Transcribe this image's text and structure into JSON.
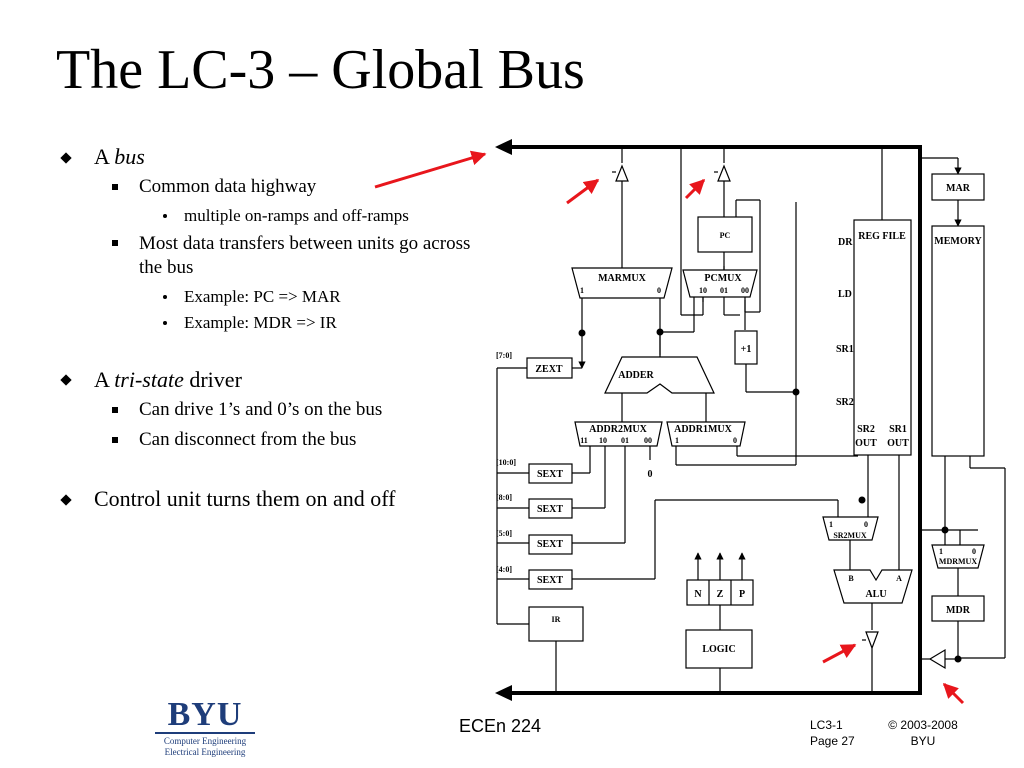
{
  "slide": {
    "title": "The LC-3 – Global Bus"
  },
  "bullets": {
    "bus_prefix": "A ",
    "bus_term": "bus",
    "common_highway": "Common data highway",
    "onramps": "multiple on-ramps and off-ramps",
    "most_transfers": "Most data transfers between units go across the bus",
    "example_pc_mar": "Example: PC => MAR",
    "example_mdr_ir": "Example: MDR => IR",
    "tristate_prefix": "A ",
    "tristate_term": "tri-state",
    "tristate_suffix": " driver",
    "drive_bus": "Can drive 1’s and 0’s on the bus",
    "disconnect": "Can disconnect from the bus",
    "control_unit": "Control unit turns them on and off"
  },
  "diagram": {
    "pc": "PC",
    "pcmux": "PCMUX",
    "pcmux_inputs": [
      "10",
      "01",
      "00"
    ],
    "marmux": "MARMUX",
    "marmux_inputs": [
      "1",
      "0"
    ],
    "plus_one": "+1",
    "zext": "ZEXT",
    "zext_range": "[7:0]",
    "adder": "ADDER",
    "addr2mux": "ADDR2MUX",
    "addr2mux_inputs": [
      "11",
      "10",
      "01",
      "00"
    ],
    "addr2mux_zero": "0",
    "addr1mux": "ADDR1MUX",
    "addr1mux_inputs": [
      "1",
      "0"
    ],
    "sext_labels": [
      "SEXT",
      "SEXT",
      "SEXT",
      "SEXT"
    ],
    "sext_ranges": [
      "[10:0]",
      "[8:0]",
      "[5:0]",
      "[4:0]"
    ],
    "ir": "IR",
    "reg_file": "REG FILE",
    "reg_ports": [
      "DR",
      "LD",
      "SR1",
      "SR2"
    ],
    "sr2_out": "SR2",
    "sr1_out": "SR1",
    "out": "OUT",
    "sr2mux": "SR2MUX",
    "sr2mux_inputs": [
      "1",
      "0"
    ],
    "alu": "ALU",
    "alu_b": "B",
    "alu_a": "A",
    "nzp": [
      "N",
      "Z",
      "P"
    ],
    "logic": "LOGIC",
    "mar": "MAR",
    "memory": "MEMORY",
    "mdrmux": "MDRMUX",
    "mdrmux_inputs": [
      "1",
      "0"
    ],
    "mdr": "MDR"
  },
  "logo": {
    "word": "BYU",
    "line1": "Computer Engineering",
    "line2": "Electrical Engineering"
  },
  "footer": {
    "course": "ECEn 224",
    "lecture": "LC3-1",
    "page": "Page 27",
    "copyright": "© 2003-2008",
    "org": "BYU"
  },
  "colors": {
    "arrow_red": "#e8161c",
    "logo_blue": "#1e3d7a"
  }
}
